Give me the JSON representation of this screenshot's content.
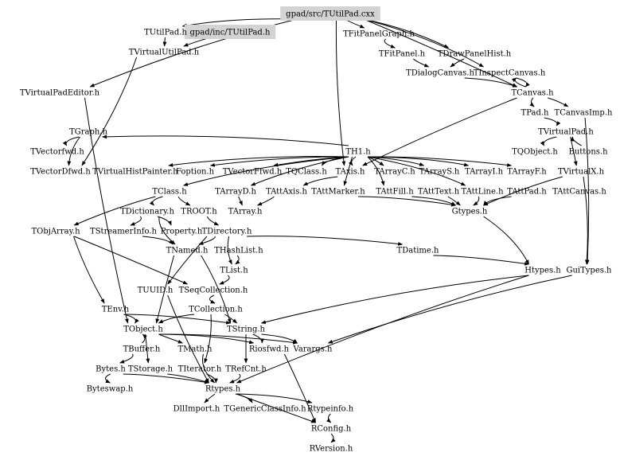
{
  "root": "gpad/src/TUtilPad.cxx",
  "highlight_color": "#d3d3d3",
  "nodes": {
    "cxx": "gpad/src/TUtilPad.cxx",
    "incUtil": "gpad/inc/TUtilPad.h",
    "TUtilPad": "TUtilPad.h",
    "TVirtualUtilPad": "TVirtualUtilPad.h",
    "TFitPanelGraph": "TFitPanelGraph.h",
    "TFitPanel": "TFitPanel.h",
    "TDrawPanelHist": "TDrawPanelHist.h",
    "TDialogCanvas": "TDialogCanvas.h",
    "TInspectCanvas": "TInspectCanvas.h",
    "TCanvas": "TCanvas.h",
    "TPad": "TPad.h",
    "TCanvasImp": "TCanvasImp.h",
    "TVirtualPad": "TVirtualPad.h",
    "TQObject": "TQObject.h",
    "Buttons": "Buttons.h",
    "TVirtualPadEditor": "TVirtualPadEditor.h",
    "TGraph": "TGraph.h",
    "TVectorfwd": "TVectorfwd.h",
    "TH1": "TH1.h",
    "TVectorDfwd": "TVectorDfwd.h",
    "TVirtualHistPainter": "TVirtualHistPainter.h",
    "Foption": "Foption.h",
    "TVectorFfwd": "TVectorFfwd.h",
    "TQClass": "TQClass.h",
    "TAxis": "TAxis.h",
    "TArrayC": "TArrayC.h",
    "TArrayS": "TArrayS.h",
    "TArrayI": "TArrayI.h",
    "TArrayF": "TArrayF.h",
    "TVirtualX": "TVirtualX.h",
    "TClass": "TClass.h",
    "TArrayD": "TArrayD.h",
    "TAttAxis": "TAttAxis.h",
    "TAttMarker": "TAttMarker.h",
    "TAttFill": "TAttFill.h",
    "TAttText": "TAttText.h",
    "TAttLine": "TAttLine.h",
    "TAttPad": "TAttPad.h",
    "TAttCanvas": "TAttCanvas.h",
    "TDictionary": "TDictionary.h",
    "TROOT": "TROOT.h",
    "TArray": "TArray.h",
    "Gtypes": "Gtypes.h",
    "TObjArray": "TObjArray.h",
    "TStreamerInfo": "TStreamerInfo.h",
    "Property": "Property.h",
    "TDirectory": "TDirectory.h",
    "TNamed": "TNamed.h",
    "THashList": "THashList.h",
    "TDatime": "TDatime.h",
    "TList": "TList.h",
    "Htypes": "Htypes.h",
    "GuiTypes": "GuiTypes.h",
    "TUUID": "TUUID.h",
    "TSeqCollection": "TSeqCollection.h",
    "TEnv": "TEnv.h",
    "TCollection": "TCollection.h",
    "TObject": "TObject.h",
    "TString": "TString.h",
    "TBuffer": "TBuffer.h",
    "TMath": "TMath.h",
    "Riosfwd": "Riosfwd.h",
    "Varargs": "Varargs.h",
    "Bytes": "Bytes.h",
    "TStorage": "TStorage.h",
    "TIterator": "TIterator.h",
    "TRefCnt": "TRefCnt.h",
    "Byteswap": "Byteswap.h",
    "Rtypes": "Rtypes.h",
    "DllImport": "DllImport.h",
    "TGenericClassInfo": "TGenericClassInfo.h",
    "Rtypeinfo": "Rtypeinfo.h",
    "RConfig": "RConfig.h",
    "RVersion": "RVersion.h"
  },
  "edges": [
    [
      "cxx",
      "TUtilPad"
    ],
    [
      "cxx",
      "TFitPanelGraph"
    ],
    [
      "cxx",
      "TVirtualPadEditor"
    ],
    [
      "cxx",
      "TDrawPanelHist"
    ],
    [
      "cxx",
      "TInspectCanvas"
    ],
    [
      "cxx",
      "TCanvas"
    ],
    [
      "cxx",
      "TAxis"
    ],
    [
      "TUtilPad",
      "TVirtualUtilPad"
    ],
    [
      "incUtil",
      "TVirtualUtilPad"
    ],
    [
      "TVirtualUtilPad",
      "TVectorDfwd"
    ],
    [
      "TFitPanelGraph",
      "TFitPanel"
    ],
    [
      "TFitPanel",
      "TDialogCanvas"
    ],
    [
      "TDrawPanelHist",
      "TDialogCanvas"
    ],
    [
      "TDialogCanvas",
      "TCanvas"
    ],
    [
      "TInspectCanvas",
      "TCanvas"
    ],
    [
      "TCanvas",
      "TInspectCanvas"
    ],
    [
      "TCanvas",
      "TPad"
    ],
    [
      "TCanvas",
      "TCanvasImp"
    ],
    [
      "TCanvas",
      "TAxis"
    ],
    [
      "TPad",
      "TVirtualPad"
    ],
    [
      "TVirtualPad",
      "TQObject"
    ],
    [
      "Buttons",
      "TVirtualPad"
    ],
    [
      "TVirtualPad",
      "TVirtualX"
    ],
    [
      "TCanvasImp",
      "GuiTypes"
    ],
    [
      "TH1",
      "TGraph"
    ],
    [
      "TGraph",
      "TVectorfwd"
    ],
    [
      "TGraph",
      "TVectorDfwd"
    ],
    [
      "TH1",
      "TVirtualHistPainter"
    ],
    [
      "TH1",
      "Foption"
    ],
    [
      "TH1",
      "TVectorFfwd"
    ],
    [
      "TH1",
      "TQClass"
    ],
    [
      "TH1",
      "TAxis"
    ],
    [
      "TH1",
      "TArrayC"
    ],
    [
      "TH1",
      "TArrayS"
    ],
    [
      "TH1",
      "TArrayI"
    ],
    [
      "TH1",
      "TArrayF"
    ],
    [
      "TH1",
      "TArrayD"
    ],
    [
      "TH1",
      "TAttMarker"
    ],
    [
      "TH1",
      "TAttFill"
    ],
    [
      "TH1",
      "TAttLine"
    ],
    [
      "TH1",
      "TClass"
    ],
    [
      "TAxis",
      "TAttAxis"
    ],
    [
      "TAttText",
      "Gtypes"
    ],
    [
      "TAttLine",
      "Gtypes"
    ],
    [
      "TAttFill",
      "Gtypes"
    ],
    [
      "TAttPad",
      "Gtypes"
    ],
    [
      "TAttMarker",
      "Gtypes"
    ],
    [
      "TVirtualX",
      "Gtypes"
    ],
    [
      "TVirtualX",
      "GuiTypes"
    ],
    [
      "Gtypes",
      "Htypes"
    ],
    [
      "TClass",
      "TDictionary"
    ],
    [
      "TClass",
      "TROOT"
    ],
    [
      "TClass",
      "TObjArray"
    ],
    [
      "TDictionary",
      "Property"
    ],
    [
      "TDictionary",
      "TStreamerInfo"
    ],
    [
      "TDictionary",
      "TNamed"
    ],
    [
      "TROOT",
      "TDirectory"
    ],
    [
      "TArrayD",
      "TArray"
    ],
    [
      "TAttAxis",
      "TArray"
    ],
    [
      "TDirectory",
      "TNamed"
    ],
    [
      "TDirectory",
      "TDatime"
    ],
    [
      "TDirectory",
      "TList"
    ],
    [
      "TDirectory",
      "TUUID"
    ],
    [
      "THashList",
      "TList"
    ],
    [
      "TStreamerInfo",
      "TNamed"
    ],
    [
      "TObjArray",
      "TSeqCollection"
    ],
    [
      "TObjArray",
      "TEnv"
    ],
    [
      "TNamed",
      "TObject"
    ],
    [
      "TNamed",
      "TString"
    ],
    [
      "TList",
      "TSeqCollection"
    ],
    [
      "TSeqCollection",
      "TCollection"
    ],
    [
      "TCollection",
      "TObject"
    ],
    [
      "TCollection",
      "TString"
    ],
    [
      "TCollection",
      "TIterator"
    ],
    [
      "TEnv",
      "TObject"
    ],
    [
      "TEnv",
      "TString"
    ],
    [
      "TVirtualPadEditor",
      "TObject"
    ],
    [
      "TObject",
      "TStorage"
    ],
    [
      "TBuffer",
      "TObject"
    ],
    [
      "TObject",
      "Riosfwd"
    ],
    [
      "TObject",
      "Varargs"
    ],
    [
      "TObject",
      "TMath"
    ],
    [
      "TString",
      "TRefCnt"
    ],
    [
      "TString",
      "Riosfwd"
    ],
    [
      "TString",
      "Varargs"
    ],
    [
      "TDatime",
      "Htypes"
    ],
    [
      "Htypes",
      "TString"
    ],
    [
      "GuiTypes",
      "Varargs"
    ],
    [
      "Htypes",
      "Rtypes"
    ],
    [
      "TBuffer",
      "Bytes"
    ],
    [
      "Bytes",
      "Byteswap"
    ],
    [
      "Bytes",
      "Rtypes"
    ],
    [
      "TStorage",
      "Rtypes"
    ],
    [
      "TIterator",
      "Rtypes"
    ],
    [
      "TRefCnt",
      "Rtypes"
    ],
    [
      "TMath",
      "Rtypes"
    ],
    [
      "TUUID",
      "Rtypes"
    ],
    [
      "Rtypes",
      "DllImport"
    ],
    [
      "Rtypes",
      "TGenericClassInfo"
    ],
    [
      "Rtypes",
      "Rtypeinfo"
    ],
    [
      "Rtypes",
      "RConfig"
    ],
    [
      "Rtypeinfo",
      "RConfig"
    ],
    [
      "Riosfwd",
      "RConfig"
    ],
    [
      "RConfig",
      "RVersion"
    ]
  ]
}
